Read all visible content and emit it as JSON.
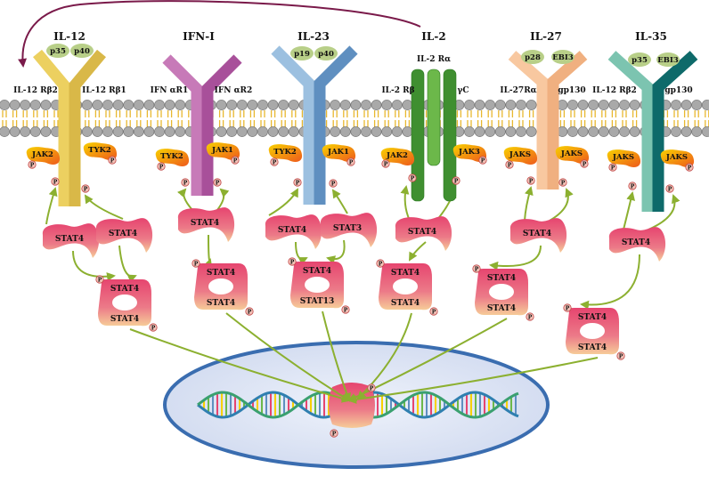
{
  "colors": {
    "membrane_head": "#a9a9a9",
    "membrane_tail": "#e8b830",
    "arrow": "#8cb030",
    "feedback_arrow": "#7a1a4a",
    "nucleus_fill": "#dce4f4",
    "nucleus_border": "#3a6db0",
    "stat_top": "#e6456f",
    "stat_bottom": "#f6cc98",
    "kinase_top": "#f8d000",
    "kinase_bottom": "#ee5a1c",
    "phospho": "#f3c2b8"
  },
  "cytokines": [
    {
      "name": "IL-12",
      "color": "#ecd060",
      "color_dark": "#d9b848",
      "subunits": [
        "p35",
        "p40"
      ],
      "receptors": [
        "IL-12 Rβ2",
        "IL-12 Rβ1"
      ],
      "kinases": [
        "JAK2",
        "TYK2"
      ],
      "monomers": [
        "STAT4",
        "STAT4"
      ],
      "dimer": [
        "STAT4",
        "STAT4"
      ]
    },
    {
      "name": "IFN-I",
      "color": "#c77ab8",
      "color_dark": "#a8509a",
      "subunits": [],
      "receptors": [
        "IFN αR1",
        "IFN αR2"
      ],
      "kinases": [
        "TYK2",
        "JAK1"
      ],
      "monomers": [
        "STAT4"
      ],
      "dimer": [
        "STAT4",
        "STAT4"
      ]
    },
    {
      "name": "IL-23",
      "color": "#9cc0e0",
      "color_dark": "#5f8fc0",
      "subunits": [
        "p19",
        "p40"
      ],
      "receptors": [],
      "kinases": [
        "TYK2",
        "JAK1"
      ],
      "monomers": [
        "STAT4",
        "STAT3"
      ],
      "dimer": [
        "STAT4",
        "STAT13"
      ]
    },
    {
      "name": "IL-2",
      "color": "#6cb84a",
      "color_dark": "#3f8f30",
      "subunits": [],
      "alpha_label": "IL-2 Rα",
      "receptors": [
        "IL-2 Rβ",
        "γC"
      ],
      "kinases": [
        "JAK2",
        "JAK3"
      ],
      "monomers": [
        "STAT4"
      ],
      "dimer": [
        "STAT4",
        "STAT4"
      ]
    },
    {
      "name": "IL-27",
      "color": "#f8c8a0",
      "color_dark": "#f0b080",
      "subunits": [
        "p28",
        "EBI3"
      ],
      "receptors": [
        "IL-27Rα",
        "gp130"
      ],
      "kinases": [
        "JAKS",
        "JAKS"
      ],
      "monomers": [
        "STAT4"
      ],
      "dimer": [
        "STAT4",
        "STAT4"
      ]
    },
    {
      "name": "IL-35",
      "color": "#7cc4b0",
      "color_dark": "#0e6a6a",
      "subunits": [
        "p35",
        "EBI3"
      ],
      "receptors": [
        "IL-12 Rβ2",
        "gp130"
      ],
      "kinases": [
        "JAKS",
        "JAKS"
      ],
      "monomers": [
        "STAT4"
      ],
      "dimer": [
        "STAT4",
        "STAT4"
      ]
    }
  ]
}
